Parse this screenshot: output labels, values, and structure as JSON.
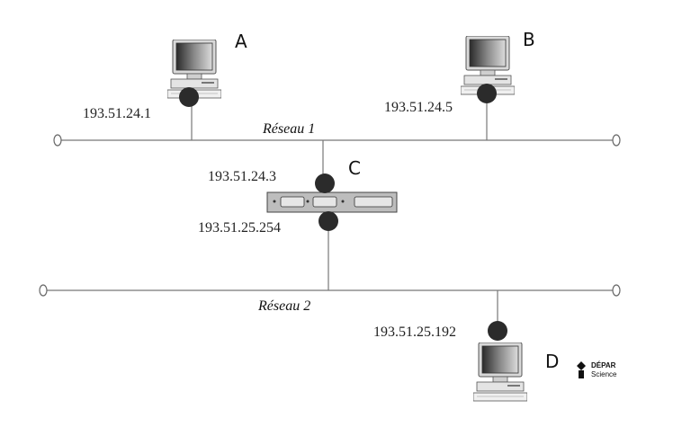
{
  "networks": [
    {
      "label": "Réseau 1"
    },
    {
      "label": "Réseau 2"
    }
  ],
  "hosts": {
    "A": {
      "label": "A",
      "ip": "193.51.24.1"
    },
    "B": {
      "label": "B",
      "ip": "193.51.24.5"
    },
    "D": {
      "label": "D",
      "ip": "193.51.25.192"
    }
  },
  "router": {
    "label": "C",
    "ip_top": "193.51.24.3",
    "ip_bottom": "193.51.25.254"
  },
  "logo": {
    "line1": "DÉPAR",
    "line2": "Science"
  }
}
